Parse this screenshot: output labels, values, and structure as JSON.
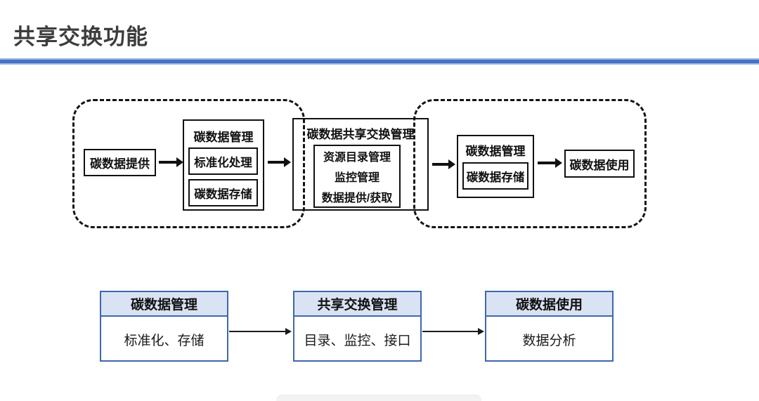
{
  "slide": {
    "title": "共享交换功能"
  },
  "flow": {
    "provider_label": "碳数据提供",
    "left_mgmt": {
      "title": "碳数据管理",
      "items": [
        "标准化处理",
        "碳数据存储"
      ]
    },
    "exchange": {
      "title": "碳数据共享交换管理",
      "items": [
        "资源目录管理",
        "监控管理",
        "数据提供/获取"
      ]
    },
    "right_mgmt": {
      "title": "碳数据管理",
      "items": [
        "碳数据存储"
      ]
    },
    "consumer_label": "碳数据使用"
  },
  "summary": {
    "cards": [
      {
        "header": "碳数据管理",
        "body": "标准化、存储"
      },
      {
        "header": "共享交换管理",
        "body": "目录、监控、接口"
      },
      {
        "header": "碳数据使用",
        "body": "数据分析"
      }
    ]
  },
  "colors": {
    "accent_blue": "#4472C4",
    "accent_blue_light": "#9DB5E0",
    "card_header_fill": "#DAE3F3",
    "card_border": "#3F68AC",
    "title_text": "#3D3D3D",
    "diagram_ink": "#111111"
  }
}
